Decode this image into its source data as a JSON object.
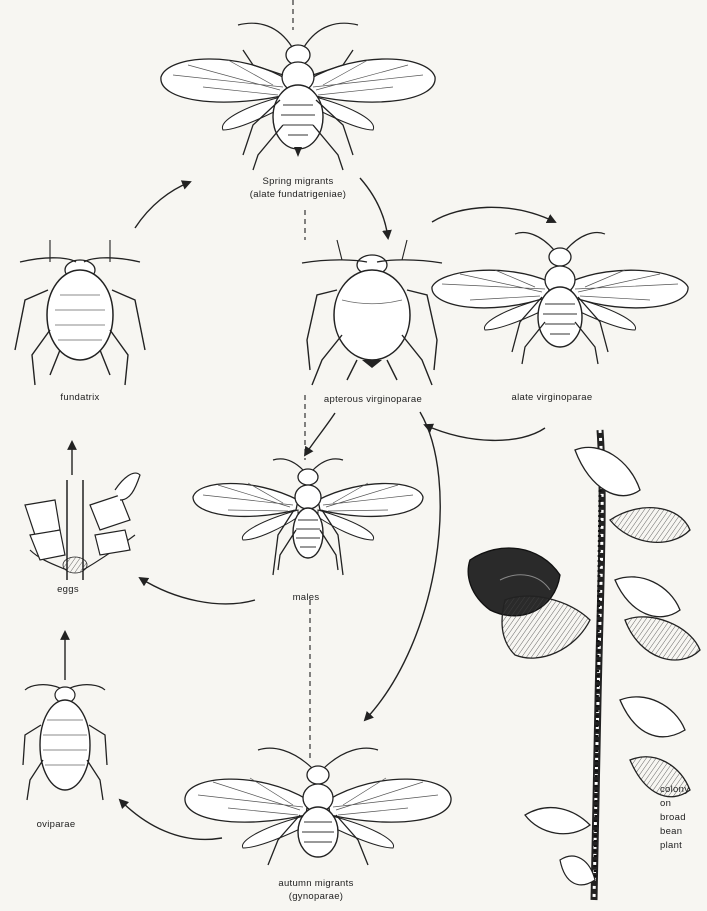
{
  "labels": {
    "spring_migrants": "Spring migrants",
    "spring_migrants_sub": "(alate fundatrigeniae)",
    "fundatrix": "fundatrix",
    "apterous_virginoparae": "apterous virginoparae",
    "alate_virginoparae": "alate virginoparae",
    "males": "males",
    "eggs": "eggs",
    "oviparae": "oviparae",
    "autumn_migrants": "autumn migrants",
    "autumn_migrants_sub": "(gynoparae)",
    "colony_line1": "colony",
    "colony_line2": "on",
    "colony_line3": "broad",
    "colony_line4": "bean",
    "colony_line5": "plant"
  }
}
